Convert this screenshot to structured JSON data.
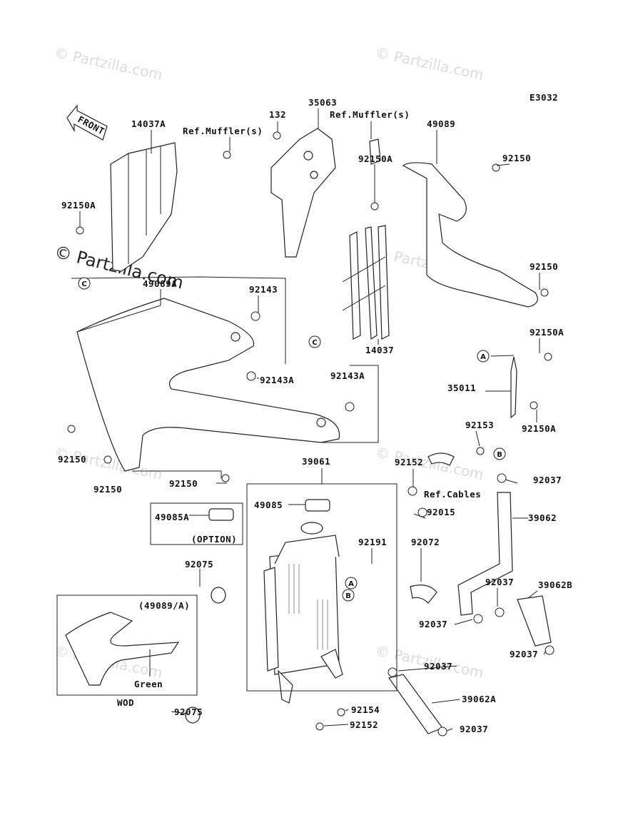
{
  "diagram": {
    "code": "E3032",
    "front_label": "FRONT",
    "watermarks": [
      "© Partzilla.com",
      "© Partzilla.com",
      "© Partzilla.com",
      "© Partzilla.com",
      "© Partzilla.com",
      "© Partzilla.com",
      "© Partzilla.com",
      "© Partzilla.com"
    ],
    "labels": [
      "14037A",
      "35063",
      "132",
      "Ref.Muffler(s)",
      "Ref.Muffler(s)",
      "49089",
      "92150",
      "92150A",
      "92150A",
      "49089A",
      "92143",
      "14037",
      "92150",
      "92150A",
      "35011",
      "92150A",
      "92143A",
      "92143A",
      "92150",
      "92150",
      "92150",
      "92153",
      "92037",
      "92152",
      "Ref.Cables",
      "39061",
      "49085",
      "49085A",
      "(OPTION)",
      "92015",
      "39062",
      "92191",
      "92072",
      "92075",
      "(49089/A)",
      "92037",
      "39062B",
      "92037",
      "92037",
      "Green",
      "WOD",
      "92037",
      "39062A",
      "92075",
      "92154",
      "92152",
      "92037"
    ],
    "callouts": [
      "C",
      "C",
      "A",
      "B",
      "A",
      "B"
    ]
  }
}
